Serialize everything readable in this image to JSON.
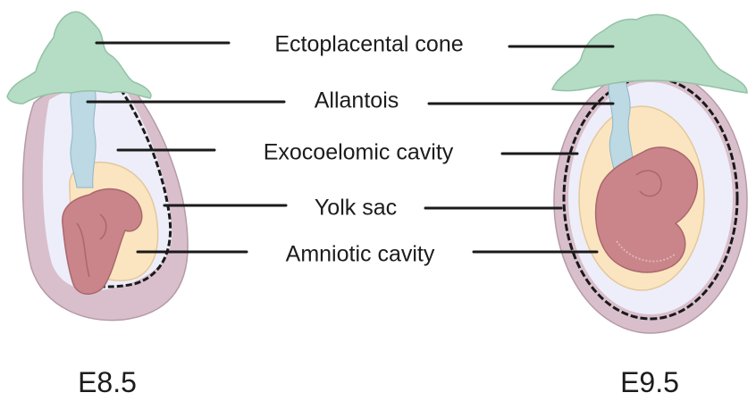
{
  "labels": {
    "ectoplacental_cone": "Ectoplacental cone",
    "allantois": "Allantois",
    "exocoelomic_cavity": "Exocoelomic cavity",
    "yolk_sac": "Yolk sac",
    "amniotic_cavity": "Amniotic cavity"
  },
  "stages": {
    "left": "E8.5",
    "right": "E9.5"
  },
  "colors": {
    "cone_green": "#b5dcc4",
    "outer_mauve": "#d9bfcc",
    "exocoelom_lavender": "#eeeefa",
    "allantois_blue": "#bcd9e4",
    "amnion_cream": "#fbe5c0",
    "embryo_pink": "#c98589",
    "line_black": "#1a1a1a"
  }
}
